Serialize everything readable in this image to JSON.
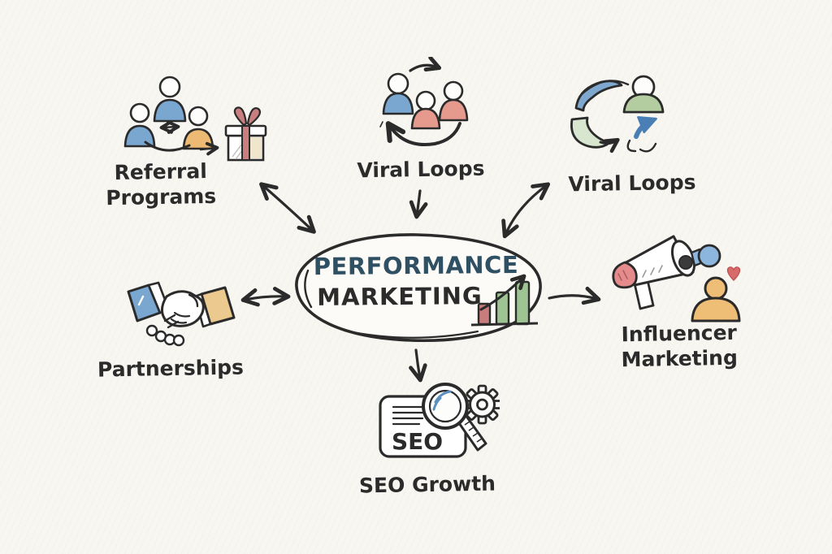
{
  "title": "Performance Marketing mind map",
  "canvas": {
    "background": "#f7f6f1",
    "ink": "#2b2b2b",
    "style": "hand-drawn-doodle"
  },
  "center": {
    "id": "performance-marketing",
    "line1": "PERFORMANCE",
    "line2": "MARKETING",
    "line1_color": "#2f4f63",
    "line2_color": "#2b2b2b",
    "growth_chart": {
      "type": "bar",
      "values": [
        1,
        2,
        3
      ],
      "colors": [
        "#c97c7c",
        "#9fc494",
        "#9fc494"
      ],
      "trend": "up-arrow"
    }
  },
  "nodes": [
    {
      "id": "referral-programs",
      "label": "Referral Programs",
      "icon": "people-referral-gift-icon",
      "position": "top-left",
      "connector": "double-headed"
    },
    {
      "id": "viral-loops-people",
      "label": "Viral Loops",
      "icon": "people-cycle-icon",
      "position": "top-center",
      "connector": "arrow-into-center"
    },
    {
      "id": "viral-loops-cycle",
      "label": "Viral Loops",
      "icon": "cycle-swoosh-person-icon",
      "position": "top-right",
      "connector": "double-headed"
    },
    {
      "id": "partnerships",
      "label": "Partnerships",
      "icon": "handshake-icon",
      "position": "middle-left",
      "connector": "double-headed"
    },
    {
      "id": "influencer-marketing",
      "label": "Influencer Marketing",
      "icon": "megaphone-person-heart-icon",
      "position": "middle-right",
      "connector": "arrow-from-center"
    },
    {
      "id": "seo-growth",
      "label": "SEO Growth",
      "icon": "seo-document-magnifier-gear-icon",
      "position": "bottom-center",
      "connector": "arrow-from-center",
      "icon_text": "SEO"
    }
  ],
  "palette": {
    "blue": "#7aa7cf",
    "light_blue": "#8cb6dd",
    "salmon": "#e59a8d",
    "orange": "#ecba72",
    "tan": "#ecc98e",
    "green": "#b3cda1",
    "light_green": "#d8e6cf",
    "red": "#c97c7c",
    "cream": "#f0e6cc",
    "heart_red": "#d96a6a"
  }
}
